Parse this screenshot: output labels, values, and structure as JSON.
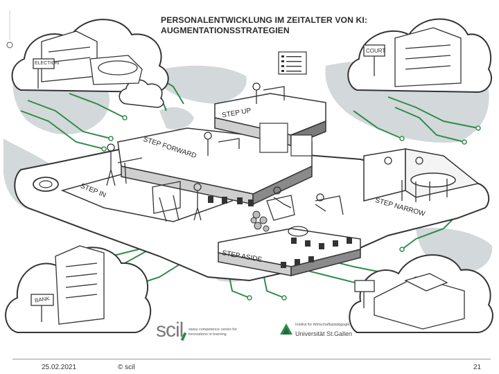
{
  "title": {
    "line1": "PERSONALENTWICKLUNG IM ZEITALTER VON KI:",
    "line2": "AUGMENTATIONSSTRATEGIEN"
  },
  "signs": {
    "elections": "ELECTION",
    "court": "COURT",
    "bank": "BANK"
  },
  "stages": {
    "step_up": "STEP UP",
    "step_forward": "STEP FORWARD",
    "step_in": "STEP IN",
    "step_narrow": "STEP NARROW",
    "step_aside": "STEP ASIDE"
  },
  "logos": {
    "scil_mark": "scil",
    "scil_desc_line1": "swiss competence centre for",
    "scil_desc_line2": "innovations in learning",
    "hsg_institute": "Institut für Wirtschaftspädagogik",
    "hsg_name": "Universität St.Gallen"
  },
  "footer": {
    "date": "25.02.2021",
    "copyright": "© scil",
    "page": "21"
  },
  "colors": {
    "circuit": "#2e8b4a",
    "map": "#cfd4d6",
    "ink": "#2b2b2b"
  }
}
